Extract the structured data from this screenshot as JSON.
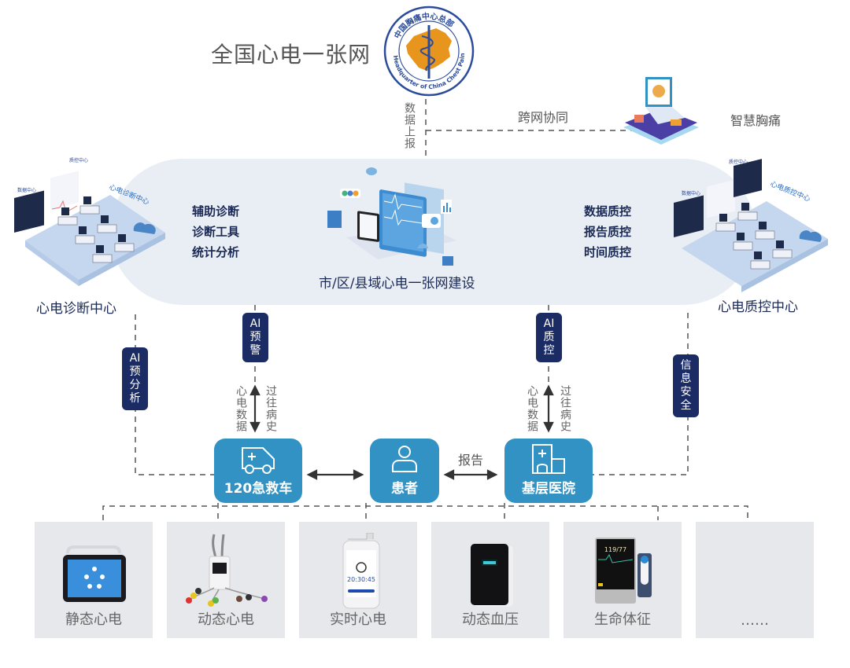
{
  "title": "全国心电一张网",
  "hq_logo": {
    "text_cn": "中国胸痛中心总部",
    "text_en": "Headquarter of China Chest Pain Centers",
    "icon": "caduceus-map-icon"
  },
  "upload_label": "数据上报",
  "cross_network": {
    "label": "跨网协同",
    "target_label": "智慧胸痛",
    "icon": "laptop-platform-icon"
  },
  "regional_network": {
    "caption": "市/区/县域心电一张网建设",
    "left_features": [
      "辅助诊断",
      "诊断工具",
      "统计分析"
    ],
    "right_features": [
      "数据质控",
      "报告质控",
      "时间质控"
    ]
  },
  "diagnosis_center": {
    "label": "心电诊断中心",
    "room_label": "心电诊断中心",
    "screen_label": "数据中心",
    "screen_label_2": "质控中心"
  },
  "qc_center": {
    "label": "心电质控中心",
    "room_label": "心电质控中心",
    "screen_label": "数据中心",
    "screen_label_2": "质控中心"
  },
  "badges": {
    "ai_preanalysis": [
      "AI",
      "预",
      "分",
      "析"
    ],
    "ai_warning": [
      "AI",
      "预",
      "警"
    ],
    "ai_qc": [
      "AI",
      "质",
      "控"
    ],
    "info_security": [
      "信",
      "息",
      "安",
      "全"
    ]
  },
  "flow_labels": {
    "ecg_data": "心电数据",
    "history": "过往病史",
    "report": "报告"
  },
  "nodes": [
    {
      "id": "ambulance",
      "label": "120急救车",
      "icon": "ambulance-icon"
    },
    {
      "id": "patient",
      "label": "患者",
      "icon": "person-icon"
    },
    {
      "id": "hospital",
      "label": "基层医院",
      "icon": "hospital-icon"
    }
  ],
  "devices": [
    {
      "label": "静态心电",
      "icon": "resting-ecg-device"
    },
    {
      "label": "动态心电",
      "icon": "holter-ecg-device"
    },
    {
      "label": "实时心电",
      "icon": "realtime-ecg-device",
      "screen_time": "20:30:45"
    },
    {
      "label": "动态血压",
      "icon": "ambulatory-bp-device"
    },
    {
      "label": "生命体征",
      "icon": "vital-signs-monitor",
      "screen_value": "119/77"
    },
    {
      "label": "……",
      "icon": ""
    }
  ],
  "colors": {
    "node_blue": "#3392c4",
    "badge_navy": "#1b2b63",
    "capsule_bg": "#e9edf4",
    "device_bg": "#e7e8ec",
    "logo_orange": "#e8951d",
    "text_navy": "#1b2a55"
  }
}
